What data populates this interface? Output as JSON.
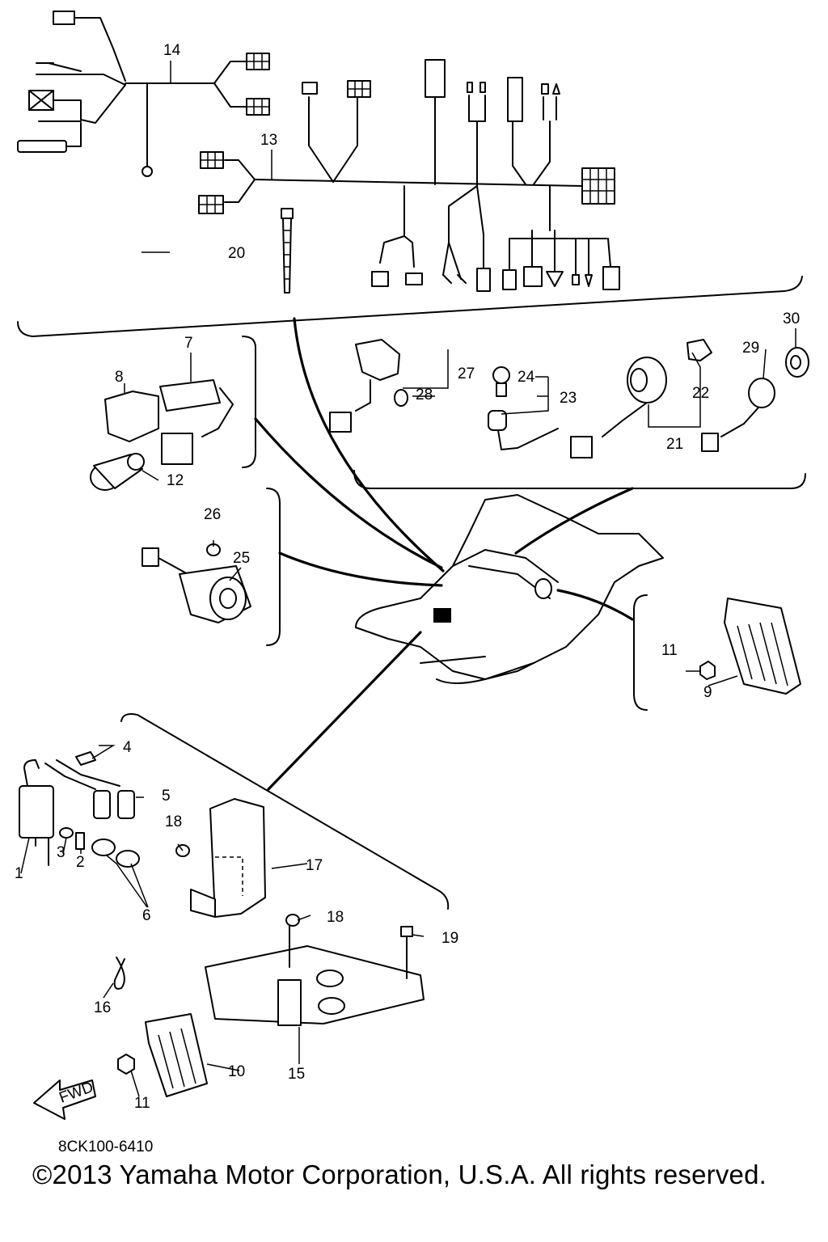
{
  "diagram": {
    "callouts": [
      {
        "id": "1",
        "text": "1"
      },
      {
        "id": "2",
        "text": "2"
      },
      {
        "id": "3",
        "text": "3"
      },
      {
        "id": "4",
        "text": "4"
      },
      {
        "id": "5",
        "text": "5"
      },
      {
        "id": "6",
        "text": "6"
      },
      {
        "id": "7",
        "text": "7"
      },
      {
        "id": "8",
        "text": "8"
      },
      {
        "id": "9",
        "text": "9"
      },
      {
        "id": "10",
        "text": "10"
      },
      {
        "id": "11a",
        "text": "11"
      },
      {
        "id": "11b",
        "text": "11"
      },
      {
        "id": "12",
        "text": "12"
      },
      {
        "id": "13",
        "text": "13"
      },
      {
        "id": "14",
        "text": "14"
      },
      {
        "id": "15",
        "text": "15"
      },
      {
        "id": "16",
        "text": "16"
      },
      {
        "id": "17",
        "text": "17"
      },
      {
        "id": "18a",
        "text": "18"
      },
      {
        "id": "18b",
        "text": "18"
      },
      {
        "id": "19",
        "text": "19"
      },
      {
        "id": "20",
        "text": "20"
      },
      {
        "id": "21",
        "text": "21"
      },
      {
        "id": "22",
        "text": "22"
      },
      {
        "id": "23",
        "text": "23"
      },
      {
        "id": "24",
        "text": "24"
      },
      {
        "id": "25",
        "text": "25"
      },
      {
        "id": "26",
        "text": "26"
      },
      {
        "id": "27",
        "text": "27"
      },
      {
        "id": "28",
        "text": "28"
      },
      {
        "id": "29",
        "text": "29"
      },
      {
        "id": "30",
        "text": "30"
      }
    ],
    "fwd_label": "FWD",
    "drawing_code": "8CK100-6410",
    "copyright": "©2013 Yamaha Motor Corporation, U.S.A. All rights reserved."
  }
}
